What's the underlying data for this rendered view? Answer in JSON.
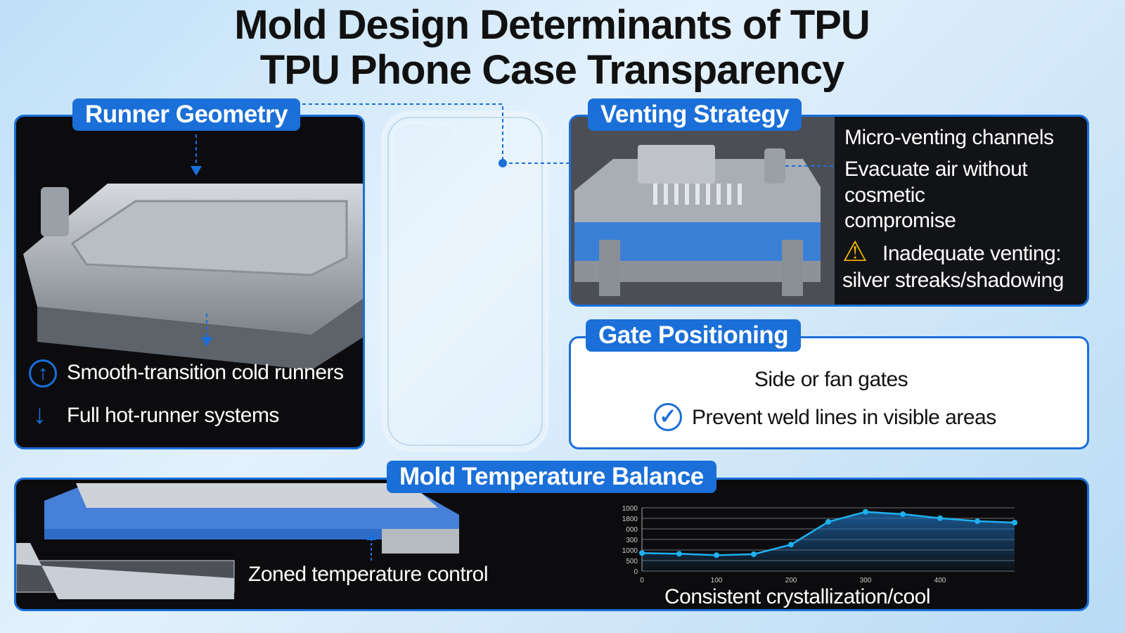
{
  "title": {
    "line1": "Mold Design Determinants of TPU",
    "line2": "TPU Phone Case Transparency"
  },
  "runner": {
    "label": "Runner Geometry",
    "items": [
      {
        "icon": "up-arrow-circle-icon",
        "text": "Smooth-transition cold runners"
      },
      {
        "icon": "down-arrow-icon",
        "text": "Full hot-runner systems"
      }
    ]
  },
  "venting": {
    "label": "Venting Strategy",
    "lines": [
      "Micro-venting channels",
      "Evacuate air without",
      "cosmetic",
      "compromise"
    ],
    "warning_icon": "warning-icon",
    "warning": "Inadequate venting:",
    "warning2": "silver streaks/shadowing"
  },
  "gate": {
    "label": "Gate Positioning",
    "line1": "Side or fan gates",
    "check_icon": "check-circle-icon",
    "line2": "Prevent weld lines in visible areas"
  },
  "temperature": {
    "label": "Mold Temperature Balance",
    "caption": "Zoned temperature control",
    "chart_caption": "Consistent crystallization/cool"
  },
  "colors": {
    "accent": "#1a6fd8",
    "line": "#1fb0f0"
  },
  "chart_data": {
    "type": "area",
    "title": "",
    "xlabel": "",
    "ylabel": "",
    "x": [
      0,
      50,
      100,
      150,
      200,
      250,
      300,
      350,
      400,
      450,
      500
    ],
    "values": [
      855,
      820,
      755,
      800,
      1255,
      2335,
      2810,
      2700,
      2510,
      2365,
      2300
    ],
    "xlim": [
      0,
      500
    ],
    "ylim": [
      0,
      3000
    ],
    "x_ticks": [
      "0",
      "100",
      "200",
      "300",
      "400"
    ],
    "y_tick_labels": [
      "0",
      "500",
      "1000",
      "300",
      "000",
      "1800",
      "1000"
    ],
    "grid": true
  }
}
